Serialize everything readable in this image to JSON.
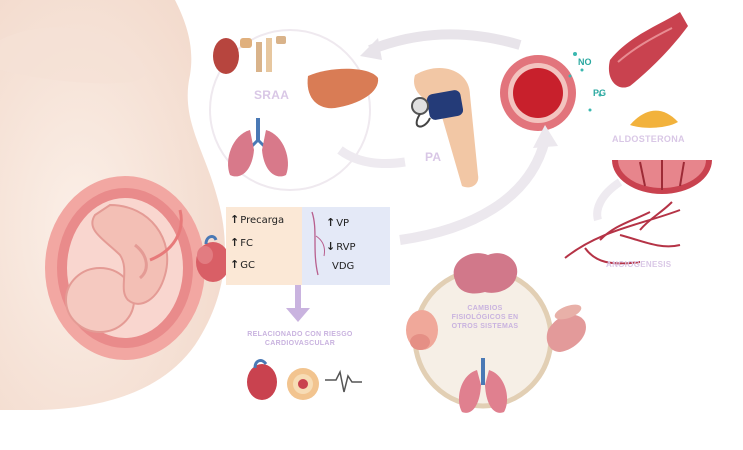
{
  "labels": {
    "sraa": "SRAA",
    "pa": "PA",
    "no": "NO",
    "pg": "PG",
    "aleosterona": "ALDOSTERONA",
    "angiogenesis": "ANGIOGENESIS",
    "otros_sistemas": "CAMBIOS FISIOLÓGICOS EN OTROS SISTEMAS",
    "riesgo": "RELACIONADO CON RIESGO CARDIOVASCULAR"
  },
  "left_box": {
    "items": [
      {
        "arrow": "↑",
        "text": "Precarga"
      },
      {
        "arrow": "↑",
        "text": "FC"
      },
      {
        "arrow": "↑",
        "text": "GC"
      }
    ]
  },
  "right_box": {
    "items": [
      {
        "arrow": "↑",
        "text": "VP"
      },
      {
        "arrow": "↓",
        "text": "RVP"
      },
      {
        "arrow": "",
        "text": "VDG"
      }
    ]
  },
  "colors": {
    "skin": "#f7e6dc",
    "uterus": "#e98b8b",
    "organ_red": "#c9424f",
    "liver": "#d97c55",
    "lung": "#d8798a",
    "trachea": "#4a79b5",
    "faint_label": "#d9c7e6",
    "left_box_bg": "#fbe8d6",
    "right_box_bg": "#e4e9f7",
    "arrow_gray": "#e8e4ea",
    "arrow_purple": "#c9b3df"
  }
}
